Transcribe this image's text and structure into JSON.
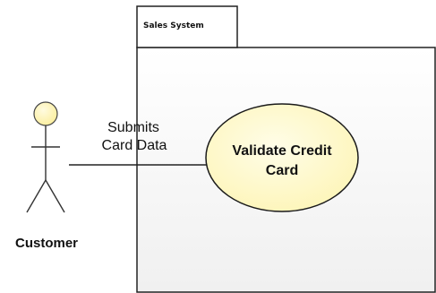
{
  "system": {
    "name": "Sales System"
  },
  "actor": {
    "name": "Customer",
    "icon": "stick-figure-actor-icon"
  },
  "association": {
    "label_line1": "Submits",
    "label_line2": "Card Data"
  },
  "use_case": {
    "label_line1": "Validate Credit",
    "label_line2": "Card"
  },
  "colors": {
    "use_case_fill": "#fdf5b8",
    "use_case_stroke": "#1a1a1a",
    "actor_head_fill": "#fbee9c",
    "system_border": "#222222",
    "system_gradient_end": "#f0f0f0",
    "line": "#222222"
  }
}
